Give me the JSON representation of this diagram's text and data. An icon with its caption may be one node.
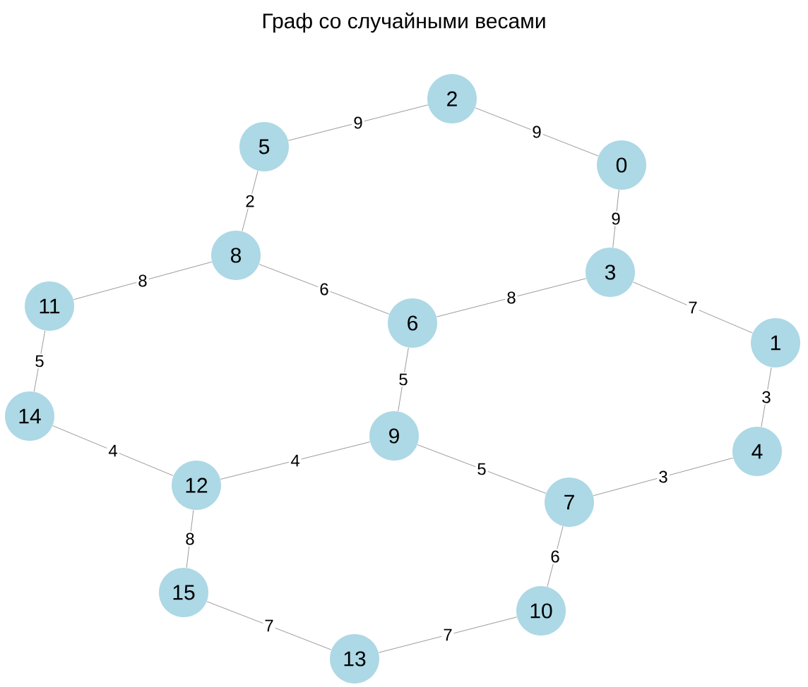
{
  "diagram": {
    "title": "Граф со случайными весами",
    "nodes": [
      {
        "text": [
          "0"
        ]
      },
      {
        "text": [
          "1"
        ]
      },
      {
        "text": [
          "2"
        ]
      },
      {
        "text": [
          "3"
        ]
      },
      {
        "text": [
          "4"
        ]
      },
      {
        "text": [
          "5"
        ]
      },
      {
        "text": [
          "6"
        ]
      },
      {
        "text": [
          "7"
        ]
      },
      {
        "text": [
          "8"
        ]
      },
      {
        "text": [
          "9"
        ]
      },
      {
        "text": [
          "10"
        ]
      },
      {
        "text": [
          "11"
        ]
      },
      {
        "text": [
          "12"
        ]
      },
      {
        "text": [
          "13"
        ]
      },
      {
        "text": [
          "14"
        ]
      },
      {
        "text": [
          "15"
        ]
      }
    ],
    "edges": [
      {
        "from": 2,
        "to": 5,
        "arrow": "none",
        "label": "9"
      },
      {
        "from": 2,
        "to": 0,
        "arrow": "none",
        "label": "9"
      },
      {
        "from": 0,
        "to": 3,
        "arrow": "none",
        "label": "9"
      },
      {
        "from": 5,
        "to": 8,
        "arrow": "none",
        "label": "2"
      },
      {
        "from": 8,
        "to": 11,
        "arrow": "none",
        "label": "8"
      },
      {
        "from": 8,
        "to": 6,
        "arrow": "none",
        "label": "6"
      },
      {
        "from": 3,
        "to": 6,
        "arrow": "none",
        "label": "8"
      },
      {
        "from": 3,
        "to": 1,
        "arrow": "none",
        "label": "7"
      },
      {
        "from": 1,
        "to": 4,
        "arrow": "none",
        "label": "3"
      },
      {
        "from": 11,
        "to": 14,
        "arrow": "none",
        "label": "5"
      },
      {
        "from": 6,
        "to": 9,
        "arrow": "none",
        "label": "5"
      },
      {
        "from": 14,
        "to": 12,
        "arrow": "none",
        "label": "4"
      },
      {
        "from": 12,
        "to": 9,
        "arrow": "none",
        "label": "4"
      },
      {
        "from": 9,
        "to": 7,
        "arrow": "none",
        "label": "5"
      },
      {
        "from": 4,
        "to": 7,
        "arrow": "none",
        "label": "3"
      },
      {
        "from": 12,
        "to": 15,
        "arrow": "none",
        "label": "8"
      },
      {
        "from": 7,
        "to": 10,
        "arrow": "none",
        "label": "6"
      },
      {
        "from": 15,
        "to": 13,
        "arrow": "none",
        "label": "7"
      },
      {
        "from": 13,
        "to": 10,
        "arrow": "none",
        "label": "7"
      }
    ]
  }
}
